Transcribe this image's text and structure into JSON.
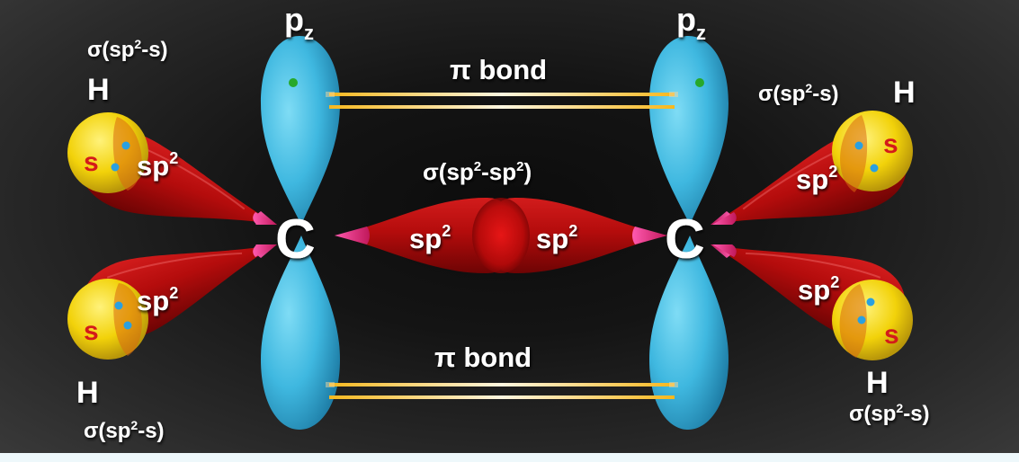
{
  "diagram": {
    "subject": "Ethylene C=C double bond orbital diagram",
    "colors": {
      "pz_orbital": "#3fb8e0",
      "sp2_orbital": "#b30c0c",
      "sp2_tip": "#e0307a",
      "s_orbital": "#f2d20a",
      "overlap": "#d96a10",
      "pi_bond": "#f4c03c",
      "electron": "#2aa0e0",
      "pz_electron": "#27a82a",
      "background": "#1c1c1c"
    },
    "atoms": {
      "carbon_left": "C",
      "carbon_right": "C",
      "hydrogen_top_left": "H",
      "hydrogen_bottom_left": "H",
      "hydrogen_top_right": "H",
      "hydrogen_bottom_right": "H"
    },
    "orbital_labels": {
      "pz_left_main": "p",
      "pz_left_sub": "z",
      "pz_right_main": "p",
      "pz_right_sub": "z",
      "sp2_main": "sp",
      "sp2_sup": "2",
      "s": "s"
    },
    "bond_labels": {
      "pi_top": "π bond",
      "pi_bottom": "π bond",
      "sigma_cc_pre": "σ(sp",
      "sigma_cc_sup1": "2",
      "sigma_cc_mid": "-sp",
      "sigma_cc_sup2": "2",
      "sigma_cc_post": ")",
      "sigma_ch_pre": "σ(sp",
      "sigma_ch_sup": "2",
      "sigma_ch_post": "-s)"
    }
  }
}
